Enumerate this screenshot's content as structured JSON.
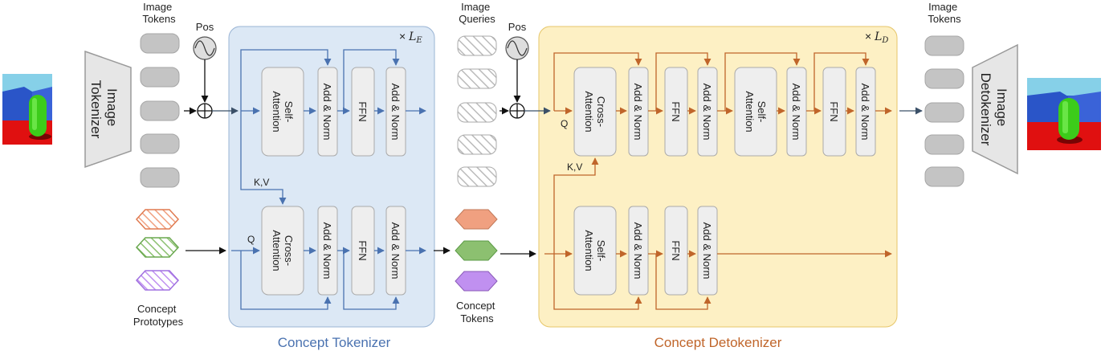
{
  "labels": {
    "image_tokens_left": [
      "Image",
      "Tokens"
    ],
    "pos_left": "Pos",
    "image_queries": [
      "Image",
      "Queries"
    ],
    "pos_right": "Pos",
    "image_tokens_right": [
      "Image",
      "Tokens"
    ],
    "image_tokenizer": [
      "Image",
      "Tokenizer"
    ],
    "image_detokenizer": [
      "Image",
      "Detokenizer"
    ],
    "concept_prototypes": [
      "Concept",
      "Prototypes"
    ],
    "concept_tokens": [
      "Concept",
      "Tokens"
    ],
    "concept_tokenizer": "Concept Tokenizer",
    "concept_detokenizer": "Concept Detokenizer",
    "times_le": "× ",
    "le_symbol": "L",
    "le_sub": "E",
    "times_ld": "× ",
    "ld_symbol": "L",
    "ld_sub": "D",
    "kv": "K,V",
    "q": "Q"
  },
  "blocks": {
    "self_attention": [
      "Self-",
      "Attention"
    ],
    "cross_attention": [
      "Cross-",
      "Attention"
    ],
    "add_norm": "Add & Norm",
    "ffn": "FFN"
  },
  "colors": {
    "tokenizer_bg": "#dce8f5",
    "tokenizer_border": "#9ab4d4",
    "detokenizer_bg": "#fdf0c4",
    "detokenizer_border": "#e6c66a",
    "blue_arrow": "#4a72b0",
    "orange_arrow": "#c0652a",
    "tokenizer_title": "#4a72b0",
    "detokenizer_title": "#c0652a",
    "concept_orange": "#f0a080",
    "concept_green": "#8cc070",
    "concept_purple": "#c090f0"
  }
}
